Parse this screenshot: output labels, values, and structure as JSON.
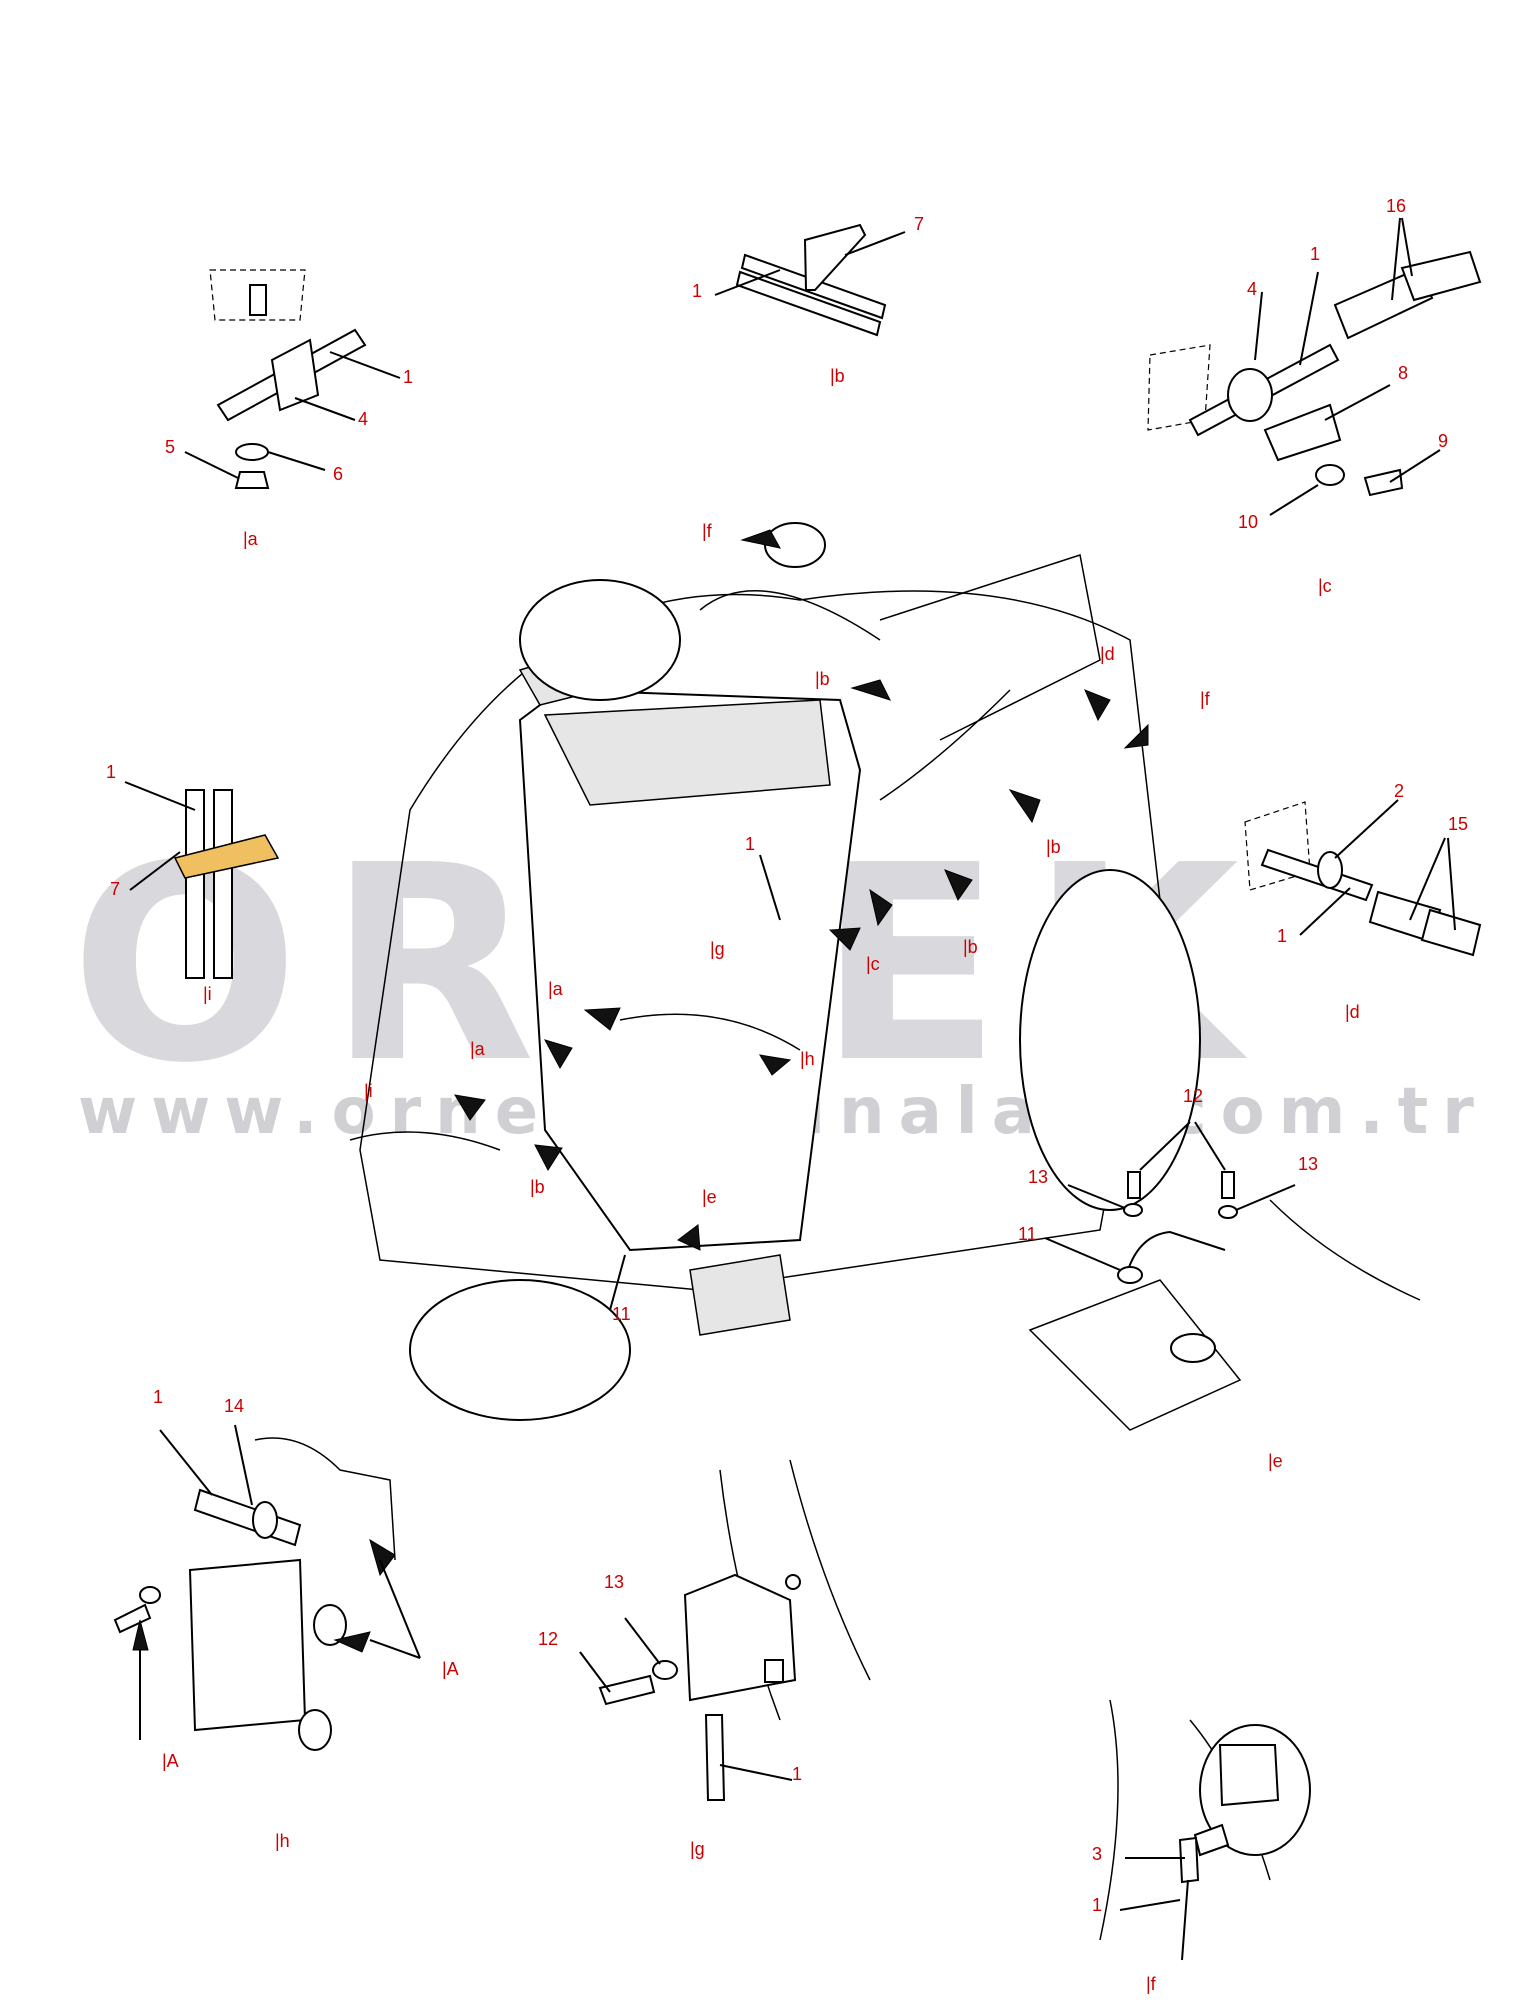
{
  "watermark": {
    "brand": "ORNEK",
    "url": "www.ornekmakinalari.com.tr"
  },
  "colors": {
    "label": "#cc0000",
    "watermark": "#d9d9dd",
    "line": "#000000"
  },
  "labels": {
    "a_1": "1",
    "a_4": "4",
    "a_5": "5",
    "a_6": "6",
    "a_view": "|a",
    "b_1": "1",
    "b_7": "7",
    "b_view": "|b",
    "c_16": "16",
    "c_1": "1",
    "c_4": "4",
    "c_8": "8",
    "c_9": "9",
    "c_10": "10",
    "c_view": "|c",
    "i_1": "1",
    "i_7": "7",
    "i_view": "|i",
    "d_2": "2",
    "d_15": "15",
    "d_1": "1",
    "d_view": "|d",
    "m_f1": "|f",
    "m_b1": "|b",
    "m_d": "|d",
    "m_f2": "|f",
    "m_1": "1",
    "m_b2": "|b",
    "m_g": "|g",
    "m_c": "|c",
    "m_b3": "|b",
    "m_a1": "|a",
    "m_a2": "|a",
    "m_h": "|h",
    "m_i": "|i",
    "m_b4": "|b",
    "m_e": "|e",
    "m_11": "11",
    "e_12": "12",
    "e_13a": "13",
    "e_13b": "13",
    "e_11": "11",
    "e_view": "|e",
    "h_1": "1",
    "h_14": "14",
    "h_A1": "|A",
    "h_A2": "|A",
    "h_view": "|h",
    "g_12": "12",
    "g_13": "13",
    "g_1": "1",
    "g_view": "|g",
    "f_3": "3",
    "f_1": "1",
    "f_view": "|f"
  }
}
